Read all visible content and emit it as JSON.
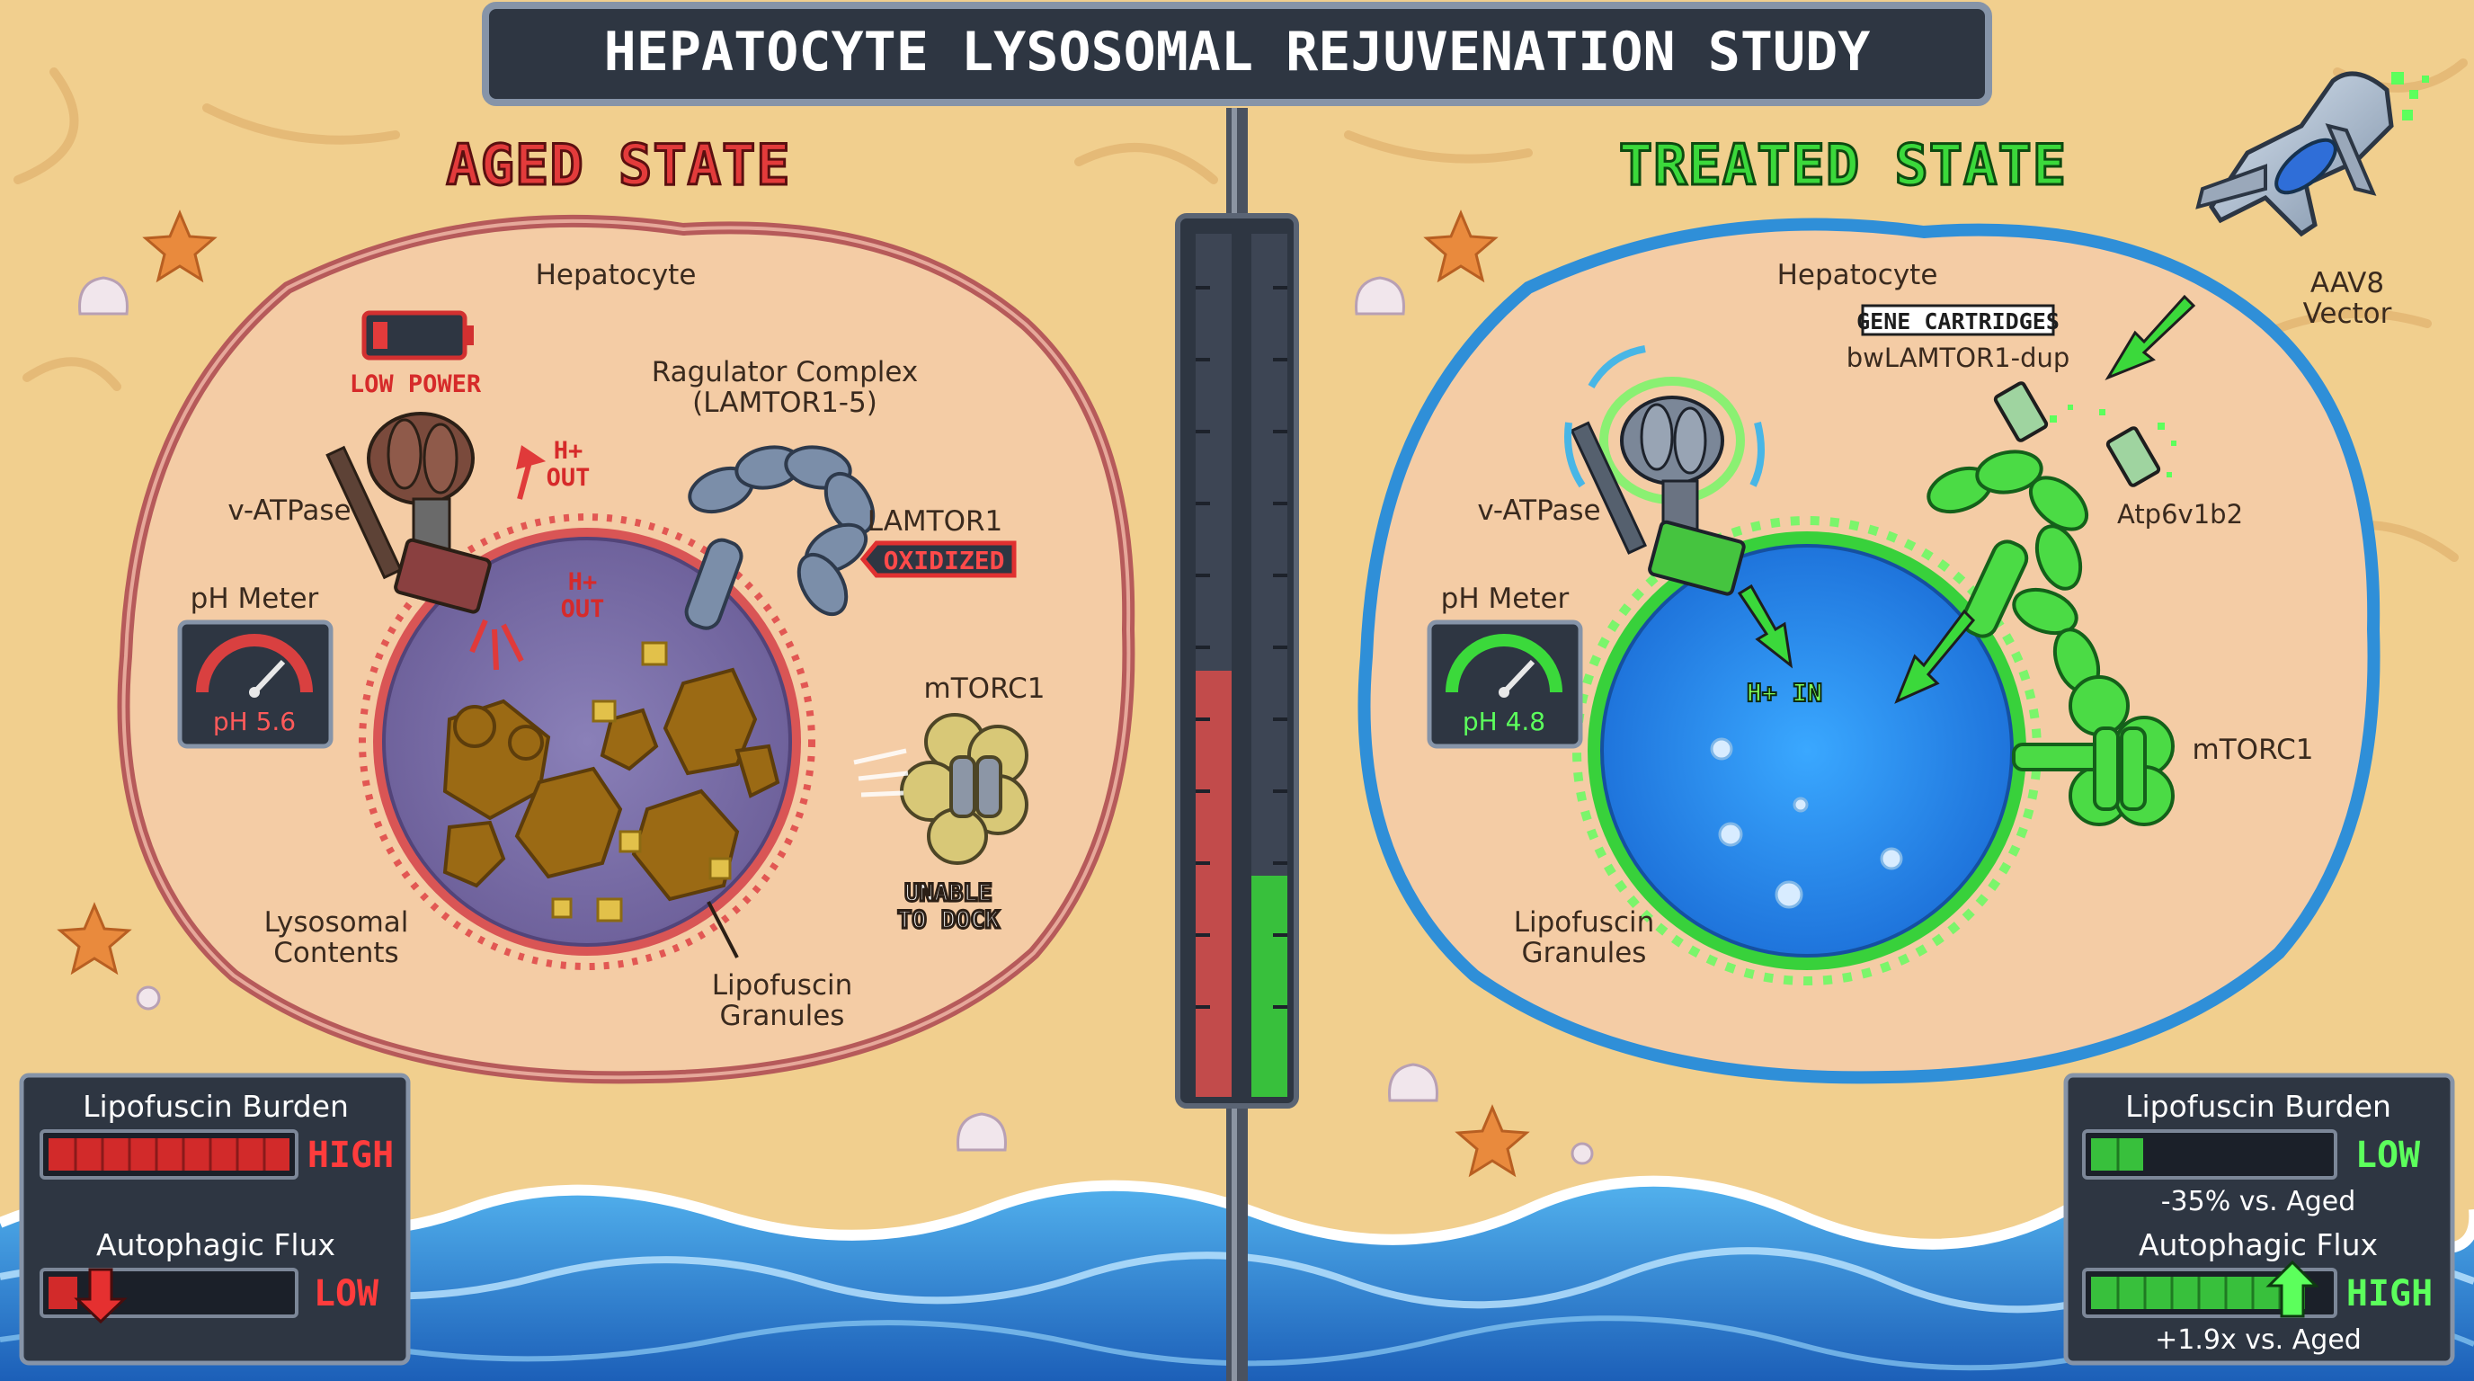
{
  "title": "HEPATOCYTE LYSOSOMAL REJUVENATION STUDY",
  "aged": {
    "heading": "AGED STATE",
    "cell_label": "Hepatocyte",
    "low_power": "LOW POWER",
    "h_out_1": "H+\nOUT",
    "h_out_2": "H+\nOUT",
    "vatpase": "v-ATPase",
    "ragulator": "Ragulator Complex\n(LAMTOR1-5)",
    "lamtor1": "LAMTOR1",
    "oxidized": "OXIDIZED",
    "ph_meter_label": "pH Meter",
    "ph_value": "pH 5.6",
    "mtorc1": "mTORC1",
    "unable": "UNABLE\nTO DOCK",
    "lyso_contents": "Lysosomal\nContents",
    "lipofuscin": "Lipofuscin\nGranules",
    "hud": {
      "burden_label": "Lipofuscin Burden",
      "burden_value": "HIGH",
      "burden_level": 1.0,
      "flux_label": "Autophagic Flux",
      "flux_value": "LOW",
      "flux_level": 0.12
    }
  },
  "treated": {
    "heading": "TREATED STATE",
    "cell_label": "Hepatocyte",
    "gene_cartridges": "GENE CARTRIDGES",
    "bwlamtor": "bwLAMTOR1-dup",
    "aav8": "AAV8\nVector",
    "atp6v1b2": "Atp6v1b2",
    "vatpase": "v-ATPase",
    "ph_meter_label": "pH Meter",
    "ph_value": "pH 4.8",
    "h_in": "H+ IN",
    "mtorc1": "mTORC1",
    "lipofuscin": "Lipofuscin\nGranules",
    "hud": {
      "burden_label": "Lipofuscin Burden",
      "burden_value": "LOW",
      "burden_level": 0.22,
      "burden_note": "-35% vs. Aged",
      "flux_label": "Autophagic Flux",
      "flux_value": "HIGH",
      "flux_level": 0.9,
      "flux_note": "+1.9x vs. Aged"
    }
  },
  "colors": {
    "sand": "#f1cf8e",
    "aged_accent": "#e03030",
    "treated_accent": "#39d13a",
    "cell_aged_border": "#b65a5a",
    "cell_treated_border": "#2f8fd8",
    "hud_bg": "#2e3642",
    "ocean": "#2c7fd6"
  },
  "icons": [
    "battery-low-icon",
    "gauge-icon",
    "spaceship-icon",
    "starfish-icon",
    "seashell-icon",
    "arrow-up-icon",
    "arrow-down-icon"
  ]
}
